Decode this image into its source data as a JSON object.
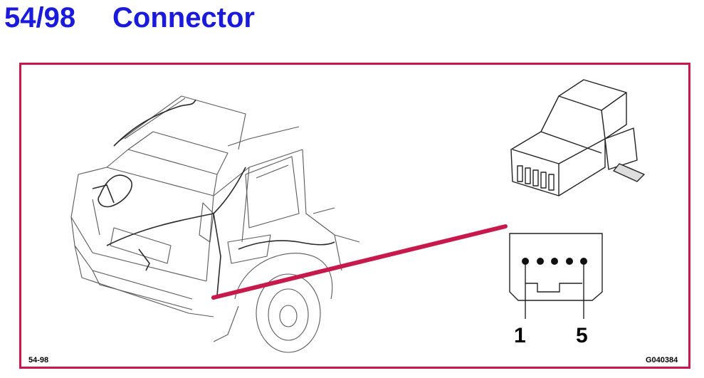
{
  "header": {
    "number": "54/98",
    "title": "Connector"
  },
  "labels": {
    "bottom_left": "54-98",
    "bottom_right": "G040384"
  },
  "connector": {
    "pin_first": "1",
    "pin_last": "5",
    "pin_count": 5
  },
  "colors": {
    "title": "#1a1adc",
    "frame": "#c8194c",
    "callout": "#c8194c"
  }
}
